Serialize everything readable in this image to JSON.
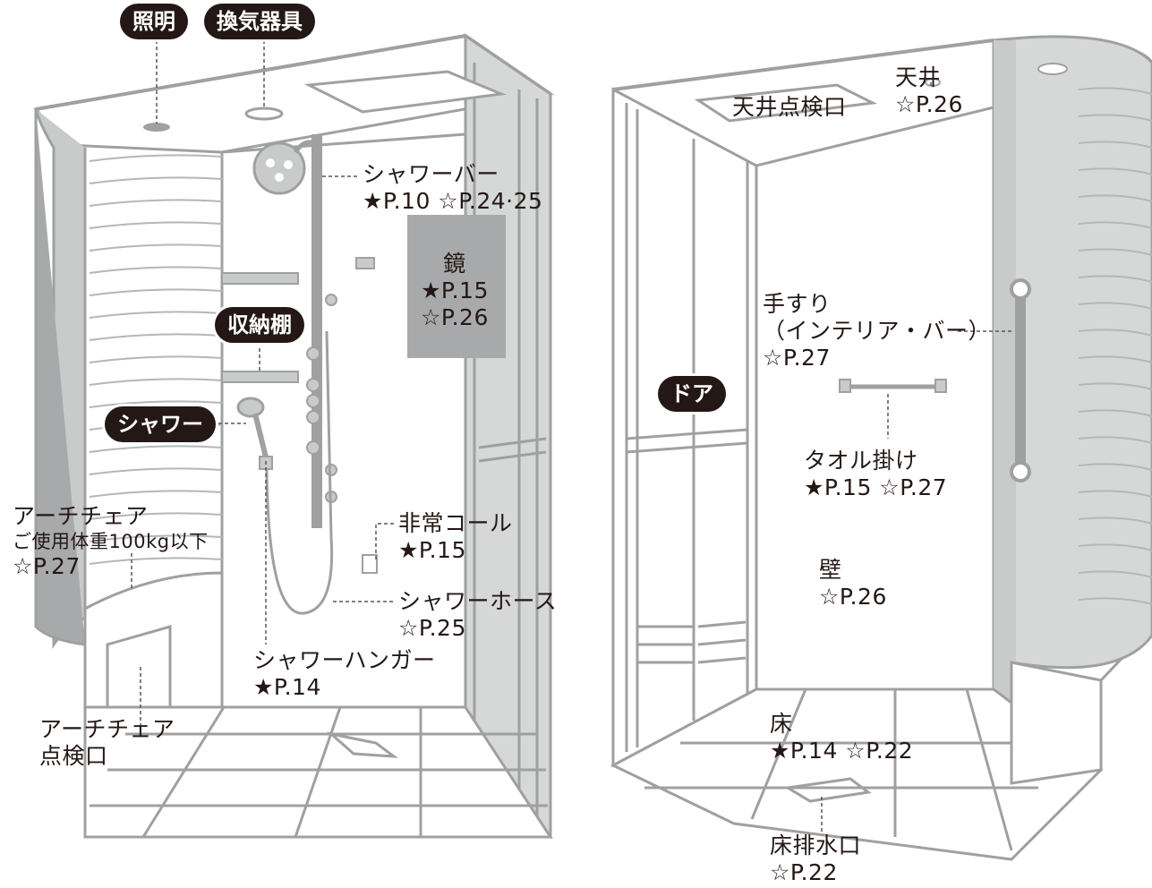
{
  "badges": {
    "lighting": "照明",
    "ventilation": "換気器具",
    "storage_shelf": "収納棚",
    "shower": "シャワー",
    "door": "ドア"
  },
  "labels": {
    "shower_bar": {
      "name": "シャワーバー",
      "ref": "★P.10 ☆P.24·25"
    },
    "mirror": {
      "name": "鏡",
      "ref1": "★P.15",
      "ref2": "☆P.26"
    },
    "emergency_call": {
      "name": "非常コール",
      "ref": "★P.15"
    },
    "shower_hose": {
      "name": "シャワーホース",
      "ref": "☆P.25"
    },
    "shower_hanger": {
      "name": "シャワーハンガー",
      "ref": "★P.14"
    },
    "arch_chair": {
      "name": "アーチチェア",
      "note": "ご使用体重100kg以下",
      "ref": "☆P.27"
    },
    "arch_chair_inspection": {
      "line1": "アーチチェア",
      "line2": "点検口"
    },
    "ceiling": {
      "name": "天井",
      "ref": "☆P.26"
    },
    "ceiling_inspection": {
      "name": "天井点検口"
    },
    "handrail": {
      "name": "手すり",
      "sub": "（インテリア・バー）",
      "ref": "☆P.27"
    },
    "towel_bar": {
      "name": "タオル掛け",
      "ref": "★P.15 ☆P.27"
    },
    "wall": {
      "name": "壁",
      "ref": "☆P.26"
    },
    "floor": {
      "name": "床",
      "ref": "★P.14 ☆P.22"
    },
    "floor_drain": {
      "name": "床排水口",
      "ref": "☆P.22"
    }
  }
}
